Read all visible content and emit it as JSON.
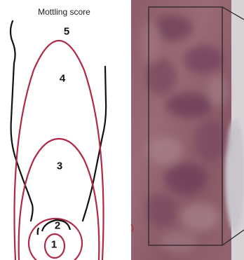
{
  "figure": {
    "title": "Mottling score",
    "scores": [
      "1",
      "2",
      "3",
      "4",
      "5"
    ],
    "colors": {
      "outline": "#111111",
      "score_zone": "#b02a48",
      "skin_base": "#8b5a66",
      "mottle": "#6e3b59",
      "inset_border": "#222222"
    }
  }
}
